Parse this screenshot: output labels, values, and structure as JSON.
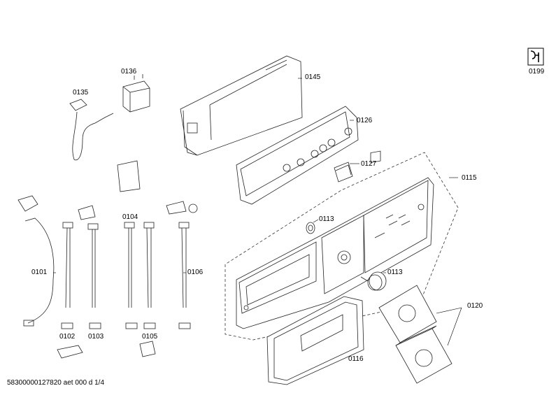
{
  "parts": [
    {
      "id": "0101",
      "label": "0101"
    },
    {
      "id": "0102",
      "label": "0102"
    },
    {
      "id": "0103",
      "label": "0103"
    },
    {
      "id": "0104",
      "label": "0104"
    },
    {
      "id": "0105",
      "label": "0105"
    },
    {
      "id": "0106",
      "label": "0106"
    },
    {
      "id": "0113a",
      "label": "0113"
    },
    {
      "id": "0113b",
      "label": "0113"
    },
    {
      "id": "0115",
      "label": "0115"
    },
    {
      "id": "0116",
      "label": "0116"
    },
    {
      "id": "0120",
      "label": "0120"
    },
    {
      "id": "0126",
      "label": "0126"
    },
    {
      "id": "0127",
      "label": "0127"
    },
    {
      "id": "0135",
      "label": "0135"
    },
    {
      "id": "0136",
      "label": "0136"
    },
    {
      "id": "0145",
      "label": "0145"
    },
    {
      "id": "0199",
      "label": "0199"
    }
  ],
  "footer": "58300000127820 aet 000 d 1/4",
  "icons": {
    "service_manual": "wrench-book-icon"
  }
}
